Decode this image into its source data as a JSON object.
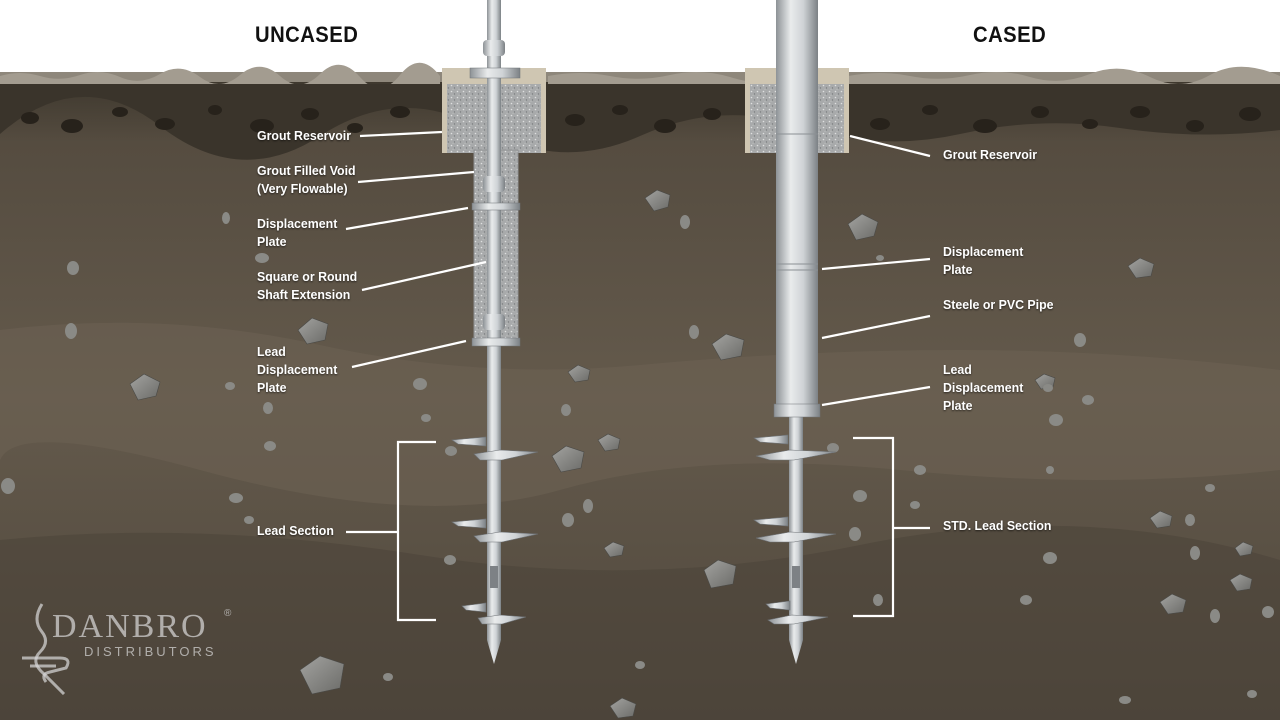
{
  "headings": {
    "uncased": "UNCASED",
    "cased": "CASED"
  },
  "uncased_labels": {
    "grout_reservoir": "Grout Reservoir",
    "grout_void_line1": "Grout Filled Void",
    "grout_void_line2": "(Very Flowable)",
    "displacement_plate_line1": "Displacement",
    "displacement_plate_line2": "Plate",
    "shaft_extension_line1": "Square or Round",
    "shaft_extension_line2": "Shaft Extension",
    "lead_plate_line1": "Lead",
    "lead_plate_line2": "Displacement",
    "lead_plate_line3": "Plate",
    "lead_section": "Lead Section"
  },
  "cased_labels": {
    "grout_reservoir": "Grout Reservoir",
    "displacement_plate_line1": "Displacement",
    "displacement_plate_line2": "Plate",
    "pipe": "Steele or PVC Pipe",
    "lead_plate_line1": "Lead",
    "lead_plate_line2": "Displacement",
    "lead_plate_line3": "Plate",
    "lead_section": "STD. Lead Section"
  },
  "logo": {
    "name": "DANBRO",
    "sub": "DISTRIBUTORS",
    "reg": "®"
  },
  "colors": {
    "sky": "#ffffff",
    "topsoil": "#4a4234",
    "soil": "#5e5447",
    "soil_light": "#756a5b",
    "grout": "#a9abab",
    "steel": "#d3d6d8",
    "label_text": "#ffffff"
  }
}
